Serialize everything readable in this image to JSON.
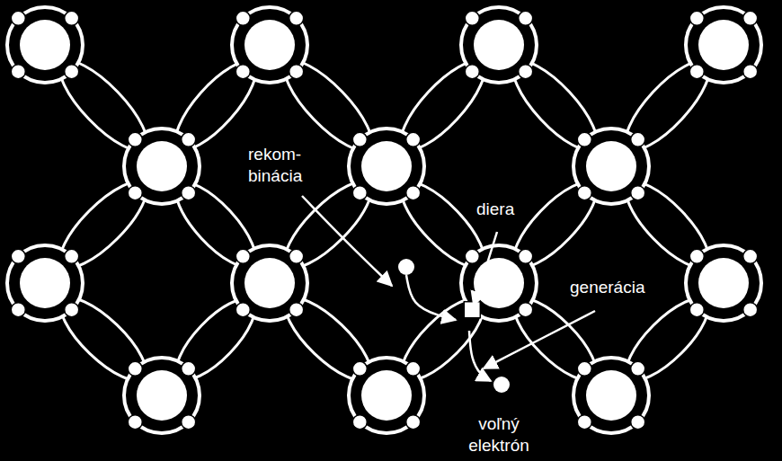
{
  "diagram": {
    "labels": [
      "rekom- binácia",
      "diera",
      "generácia",
      "voľný elektrón"
    ]
  }
}
